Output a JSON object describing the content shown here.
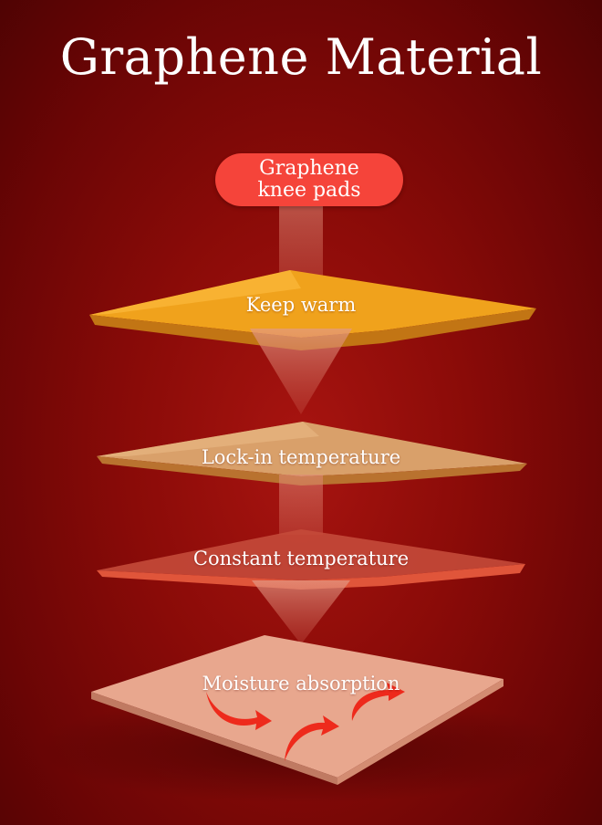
{
  "title": "Graphene Material",
  "top_badge": {
    "line1": "Graphene",
    "line2": "knee pads"
  },
  "layers": [
    {
      "label": "Keep warm"
    },
    {
      "label": "Lock-in temperature"
    },
    {
      "label": "Constant temperature"
    },
    {
      "label": "Moisture absorption"
    }
  ],
  "colors": {
    "background": "#8a0b08",
    "badge": "#f5443a",
    "layer_keep_warm": "#f0a21c",
    "layer_lock_in": "#d9a06a",
    "layer_constant": "#c44a3a",
    "layer_moisture": "#e8a78e",
    "arrows": "#ee2a1c"
  }
}
